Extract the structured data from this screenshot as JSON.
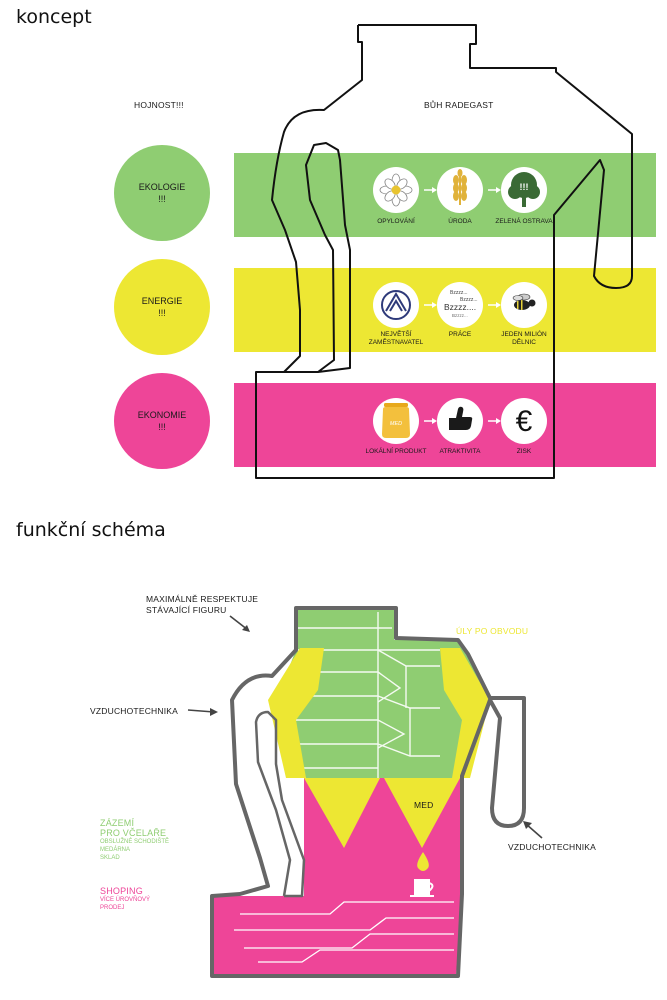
{
  "concept": {
    "heading": "koncept",
    "top_left_label": "HOJNOST!!!",
    "top_right_label": "BŮH RADEGAST",
    "rows": [
      {
        "circle_line1": "EKOLOGIE",
        "circle_line2": "!!!",
        "color": "#8fcd72",
        "items": [
          {
            "label": "OPYLOVÁNÍ",
            "icon": "daisy-flower-icon"
          },
          {
            "label": "ÚRODA",
            "icon": "wheat-icon"
          },
          {
            "label": "ZELENÁ OSTRAVA",
            "icon": "tree-icon",
            "icon_text": "!!!"
          }
        ]
      },
      {
        "circle_line1": "ENERGIE",
        "circle_line2": "!!!",
        "color": "#ede733",
        "items": [
          {
            "label_line1": "NEJVĚTŠÍ",
            "label_line2": "ZAMĚSTNAVATEL",
            "icon": "shield-logo-icon"
          },
          {
            "label": "PRÁCE",
            "icon": "buzz-text-icon",
            "buzz": [
              "Bzzzz...",
              "Bzzzz...",
              "Bzzzz....",
              "Bzzzz..."
            ]
          },
          {
            "label_line1": "JEDEN MILIÓN",
            "label_line2": "DĚLNIC",
            "icon": "bee-icon"
          }
        ]
      },
      {
        "circle_line1": "EKONOMIE",
        "circle_line2": "!!!",
        "color": "#ee4598",
        "items": [
          {
            "label": "LOKÁLNÍ PRODUKT",
            "icon": "honey-jar-icon",
            "icon_text": "MED"
          },
          {
            "label": "ATRAKTIVITA",
            "icon": "thumbs-up-icon"
          },
          {
            "label": "ZISK",
            "icon": "euro-icon",
            "icon_text": "€"
          }
        ]
      }
    ]
  },
  "schema": {
    "heading": "funkční schéma",
    "note_respect_line1": "MAXIMÁLNĚ RESPEKTUJE",
    "note_respect_line2": "STÁVAJÍCÍ FIGURU",
    "uly_label": "ÚLY PO OBVODU",
    "vzt_left": "VZDUCHOTECHNIKA",
    "vzt_right": "VZDUCHOTECHNIKA",
    "med_label": "MED",
    "zazemi_line1": "ZÁZEMÍ",
    "zazemi_line2": "PRO VČELAŘE",
    "zazemi_sub1": "OBSLUŽNÉ SCHODIŠTĚ",
    "zazemi_sub2": "MEDÁRNA",
    "zazemi_sub3": "SKLAD",
    "shoping_title": "SHOPING",
    "shoping_sub1": "VÍCE ÚROVŇOVÝ",
    "shoping_sub2": "PRODEJ",
    "colors": {
      "green": "#8fcd72",
      "yellow": "#ede733",
      "pink": "#ee4598",
      "outline": "#666666"
    }
  }
}
